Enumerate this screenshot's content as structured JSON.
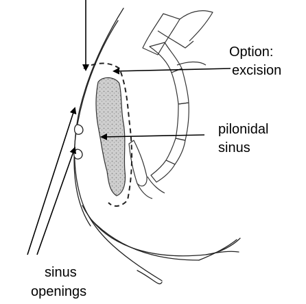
{
  "labels": {
    "option": "Option:",
    "excision": "excision",
    "pilonidal": "pilonidal",
    "sinus": "sinus",
    "sinus_openings_line1": "sinus",
    "sinus_openings_line2": "openings"
  },
  "colors": {
    "ink": "#000000",
    "sinus_fill": "#c8c8c8",
    "background": "#ffffff"
  }
}
